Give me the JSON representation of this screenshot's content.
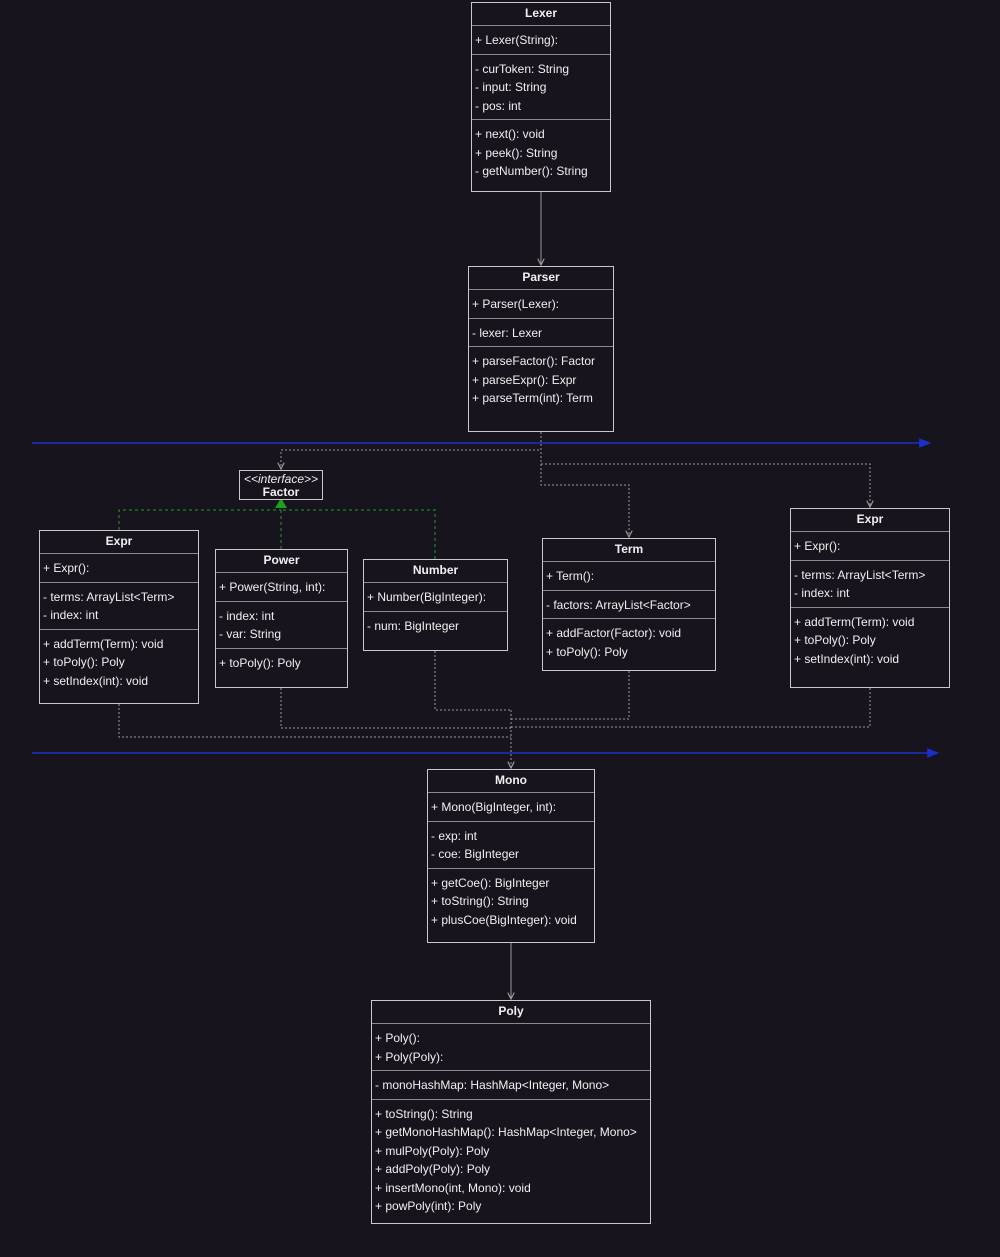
{
  "classes": {
    "lexer": {
      "name": "Lexer",
      "constructors": [
        "+ Lexer(String):"
      ],
      "fields": [
        "- curToken: String",
        "- input: String",
        "- pos: int"
      ],
      "methods": [
        "+ next(): void",
        "+ peek(): String",
        "- getNumber(): String"
      ]
    },
    "parser": {
      "name": "Parser",
      "constructors": [
        "+ Parser(Lexer):"
      ],
      "fields": [
        "- lexer: Lexer"
      ],
      "methods": [
        "+ parseFactor(): Factor",
        "+ parseExpr(): Expr",
        "+ parseTerm(int): Term"
      ]
    },
    "factor": {
      "stereotype": "<<interface>>",
      "name": "Factor"
    },
    "expr_left": {
      "name": "Expr",
      "constructors": [
        "+ Expr():"
      ],
      "fields": [
        "- terms: ArrayList<Term>",
        "- index: int"
      ],
      "methods": [
        "+ addTerm(Term): void",
        "+ toPoly(): Poly",
        "+ setIndex(int): void"
      ]
    },
    "power": {
      "name": "Power",
      "constructors": [
        "+ Power(String, int):"
      ],
      "fields": [
        "- index: int",
        "- var: String"
      ],
      "methods": [
        "+ toPoly(): Poly"
      ]
    },
    "number": {
      "name": "Number",
      "constructors": [
        "+ Number(BigInteger):"
      ],
      "fields": [
        "- num: BigInteger"
      ]
    },
    "term": {
      "name": "Term",
      "constructors": [
        "+ Term():"
      ],
      "fields": [
        "- factors: ArrayList<Factor>"
      ],
      "methods": [
        "+ addFactor(Factor): void",
        "+ toPoly(): Poly"
      ]
    },
    "expr_right": {
      "name": "Expr",
      "constructors": [
        "+ Expr():"
      ],
      "fields": [
        "- terms: ArrayList<Term>",
        "- index: int"
      ],
      "methods": [
        "+ addTerm(Term): void",
        "+ toPoly(): Poly",
        "+ setIndex(int): void"
      ]
    },
    "mono": {
      "name": "Mono",
      "constructors": [
        "+ Mono(BigInteger, int):"
      ],
      "fields": [
        "- exp: int",
        "- coe: BigInteger"
      ],
      "methods": [
        "+ getCoe(): BigInteger",
        "+ toString(): String",
        "+ plusCoe(BigInteger): void"
      ]
    },
    "poly": {
      "name": "Poly",
      "constructors": [
        "+ Poly():",
        "+ Poly(Poly):"
      ],
      "fields": [
        "- monoHashMap: HashMap<Integer, Mono>"
      ],
      "methods": [
        "+ toString(): String",
        "+ getMonoHashMap(): HashMap<Integer, Mono>",
        "+ mulPoly(Poly): Poly",
        "+ addPoly(Poly): Poly",
        "+ insertMono(int, Mono): void",
        "+ powPoly(int): Poly"
      ]
    }
  },
  "colors": {
    "background": "#18141d",
    "box_border": "#c9c9c9",
    "section_divider": "#8a8a8a",
    "text": "#f0f0f0",
    "connector": "#9a9a9a",
    "realization": "#1f9e1f",
    "layer_line": "#1a2fc8"
  }
}
